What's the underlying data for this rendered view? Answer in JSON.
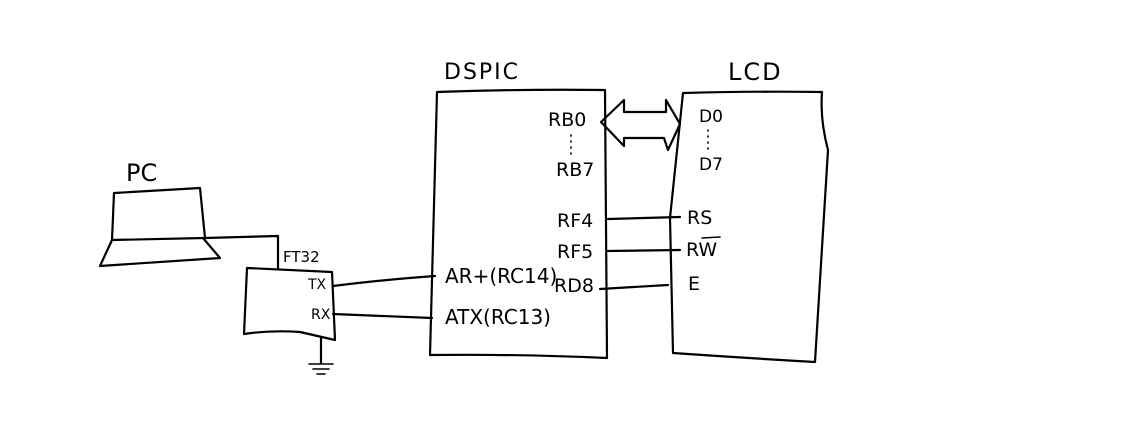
{
  "blocks": {
    "pc": {
      "label": "PC"
    },
    "ft232": {
      "label": "FT32",
      "pin_tx": "TX",
      "pin_rx": "RX"
    },
    "dspic": {
      "label": "DSPIC",
      "pins": [
        "RB0",
        "RB7",
        "RF4",
        "RF5",
        "RD8",
        "AR+(RC14)",
        "ATX(RC13)"
      ]
    },
    "lcd": {
      "label": "LCD",
      "pins": [
        "D0",
        "D7",
        "RS",
        "RW",
        "E"
      ]
    }
  }
}
